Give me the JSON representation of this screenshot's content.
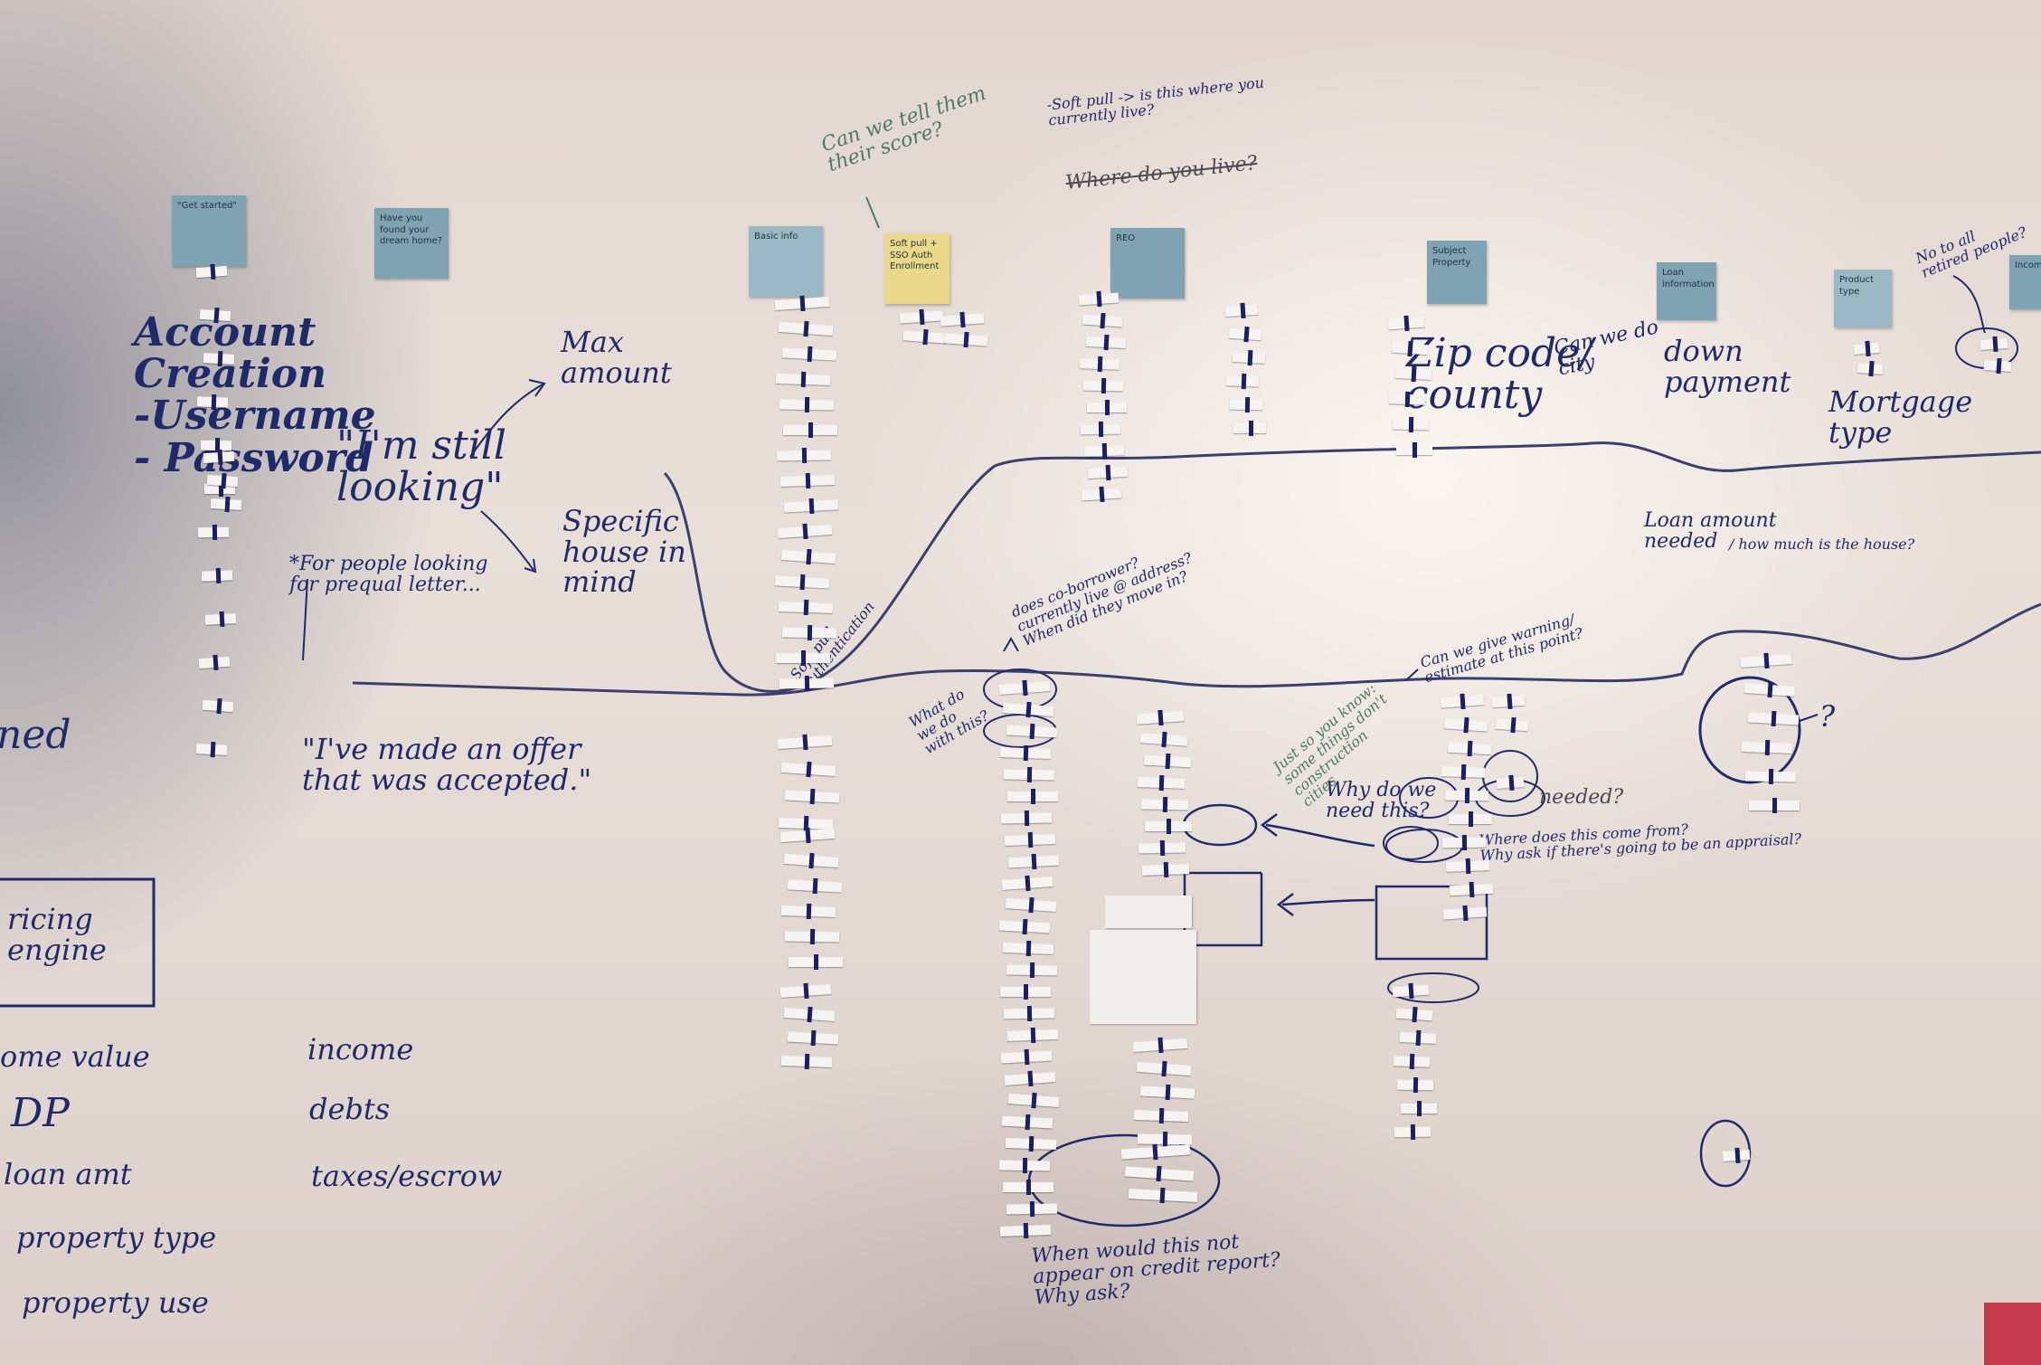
{
  "stickies": [
    {
      "id": "s1",
      "text": "\"Get started\""
    },
    {
      "id": "s2",
      "text": "Have you found your dream home?"
    },
    {
      "id": "s3",
      "text": "Basic info"
    },
    {
      "id": "s4",
      "text": "Soft pull + SSO Auth Enrollment"
    },
    {
      "id": "s5",
      "text": "REO"
    },
    {
      "id": "s6",
      "text": "Subject Property"
    },
    {
      "id": "s7",
      "text": "Loan information"
    },
    {
      "id": "s8",
      "text": "Product type"
    },
    {
      "id": "s9",
      "text": "Income"
    }
  ],
  "notes": {
    "account_creation": "Account\nCreation\n-Username\n- Password",
    "max_amount": "Max\namount",
    "im_still_looking": "\"I'm still\nlooking\"",
    "for_people_looking": "*For people looking\nfor prequal letter...",
    "specific_house": "Specific\nhouse in\nmind",
    "ive_made_an_offer": "\"I've made an offer\nthat was accepted.\"",
    "pricing_engine": "ricing\nengine",
    "ned": "ned",
    "left_list": [
      "ome value",
      "DP",
      "loan amt",
      "property type",
      "property use"
    ],
    "right_list": [
      "income",
      "debts",
      "taxes/escrow"
    ],
    "can_we_tell": "Can we tell them\ntheir score?",
    "soft_pull_q": "-Soft pull -> is this where you\ncurrently live?",
    "where_do_you_live": "Where do you live?",
    "zip_code": "Zip code/\ncounty",
    "can_we_do_city": "Can we do\ncity",
    "down_payment": "down\npayment",
    "mortgage_type": "Mortgage\ntype",
    "no_to_all": "No to all\nretired people?",
    "loan_amount_needed": "Loan amount\nneeded",
    "how_much_house": "/ how much is the house?",
    "soft_pull_auth": "Soft pull\nauthentication",
    "does_co_borrower": "does co-borrower?\ncurrently live @ address?\nWhen did they move in?",
    "what_do_we_do": "What do\nwe do\nwith this?",
    "can_we_give_warning": "Can we give warning/\nestimate at this point?",
    "just_so_you_know": "Just so you know:\nsome things don't\nconstruction\ncities",
    "why_do_we_need": "Why do we\nneed this?",
    "needed_q": "needed?",
    "where_does_info": "Where does this come from?\nWhy ask if there's going to be an appraisal?",
    "when_would_this_not": "When would this not\nappear on credit report?\nWhy ask?",
    "question_mark": "?"
  },
  "colors": {
    "marker_blue": "#1f2a6b",
    "marker_green": "#4d7a66",
    "sticky_blue": "#7fa3b3",
    "sticky_yellow": "#ead98a"
  }
}
